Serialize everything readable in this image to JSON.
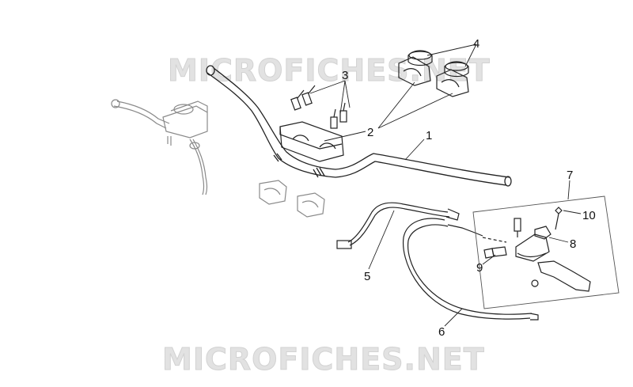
{
  "watermark": {
    "top_text": "MICROFICHES.NET",
    "bottom_text": "MICROFICHES.NET"
  },
  "callouts": [
    {
      "id": "1",
      "label": "1"
    },
    {
      "id": "2",
      "label": "2"
    },
    {
      "id": "3",
      "label": "3"
    },
    {
      "id": "4",
      "label": "4"
    },
    {
      "id": "5",
      "label": "5"
    },
    {
      "id": "6",
      "label": "6"
    },
    {
      "id": "7",
      "label": "7"
    },
    {
      "id": "8",
      "label": "8"
    },
    {
      "id": "9",
      "label": "9"
    },
    {
      "id": "10",
      "label": "10"
    }
  ],
  "colors": {
    "line": "#222222",
    "ghost": "#9a9a9a",
    "watermark": "#dddddd"
  }
}
